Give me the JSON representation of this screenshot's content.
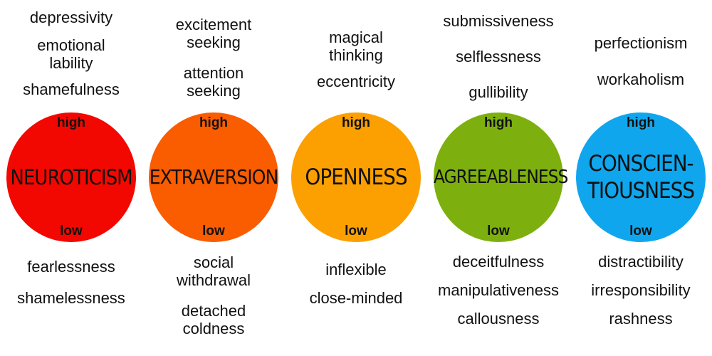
{
  "columns": [
    {
      "name": "NEUROTICISM",
      "color": "#f20800",
      "high_label": "high",
      "low_label": "low",
      "high_traits": [
        "depressivity",
        "emotional\nlability",
        "shamefulness"
      ],
      "low_traits": [
        "fearlessness",
        "shamelessness"
      ]
    },
    {
      "name": "EXTRAVERSION",
      "color": "#fa5c00",
      "high_label": "high",
      "low_label": "low",
      "high_traits": [
        "excitement\nseeking",
        "attention\nseeking"
      ],
      "low_traits": [
        "social\nwithdrawal",
        "detached\ncoldness"
      ]
    },
    {
      "name": "OPENNESS",
      "color": "#fba000",
      "high_label": "high",
      "low_label": "low",
      "high_traits": [
        "magical\nthinking",
        "eccentricity"
      ],
      "low_traits": [
        "inflexible",
        "close-minded"
      ]
    },
    {
      "name": "AGREEABLENESS",
      "color": "#7db00e",
      "high_label": "high",
      "low_label": "low",
      "high_traits": [
        "submissiveness",
        "selflessness",
        "gullibility"
      ],
      "low_traits": [
        "deceitfulness",
        "manipulativeness",
        "callousness"
      ]
    },
    {
      "name": "CONSCIEN-\nTIOUSNESS",
      "color": "#0fa6ee",
      "high_label": "high",
      "low_label": "low",
      "high_traits": [
        "perfectionism",
        "workaholism"
      ],
      "low_traits": [
        "distractibility",
        "irresponsibility",
        "rashness"
      ]
    }
  ]
}
